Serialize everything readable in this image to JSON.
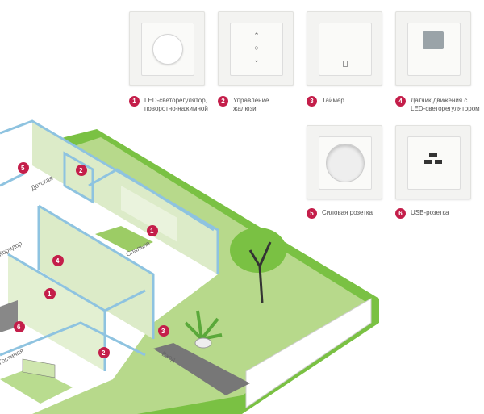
{
  "devices": [
    {
      "num": "1",
      "label": "LED-светорегулятор, поворотно-нажимной",
      "icon": "rotary-dimmer-icon"
    },
    {
      "num": "2",
      "label": "Управление жалюзи",
      "icon": "blind-control-icon"
    },
    {
      "num": "3",
      "label": "Таймер",
      "icon": "timer-switch-icon"
    },
    {
      "num": "4",
      "label": "Датчик движения с LED-светорегулятором",
      "icon": "motion-sensor-icon"
    },
    {
      "num": "5",
      "label": "Силовая розетка",
      "icon": "power-socket-icon"
    },
    {
      "num": "6",
      "label": "USB-розетка",
      "icon": "usb-socket-icon"
    }
  ],
  "rooms": {
    "kids": "Детская",
    "bedroom": "Спальня",
    "corridor": "Коридор",
    "living": "Гостиная",
    "entrance": "Вход"
  },
  "markers": [
    "5",
    "2",
    "1",
    "4",
    "1",
    "6",
    "2",
    "3"
  ],
  "colors": {
    "badge": "#c41e4a",
    "wall": "#dcebc8",
    "frame": "#8ec3e0",
    "lawn": "#7ac143"
  }
}
